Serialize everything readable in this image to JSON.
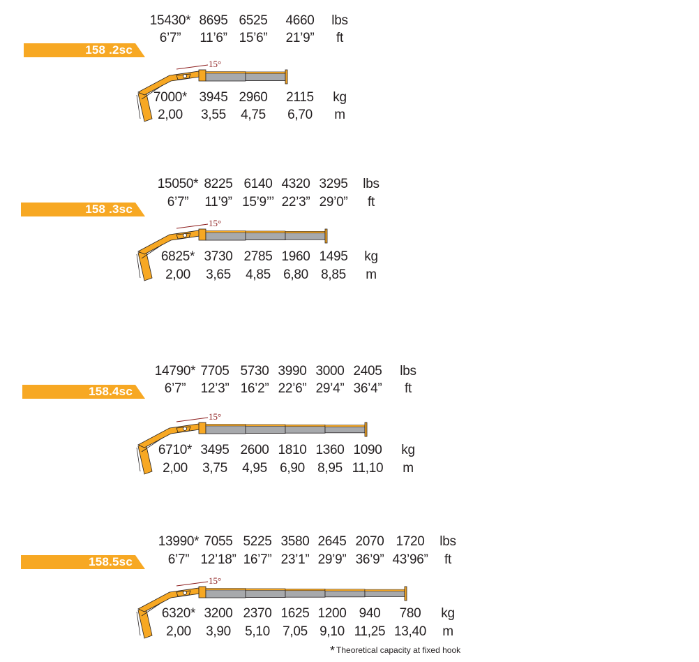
{
  "models": [
    {
      "label": "158 .2sc",
      "angle_label": "15°",
      "lbs": [
        "15430*",
        "8695",
        "6525",
        "4660"
      ],
      "ft": [
        "6’7”",
        "11’6”",
        "15’6”",
        "21’9”"
      ],
      "kg": [
        "7000*",
        "3945",
        "2960",
        "2115"
      ],
      "m": [
        "2,00",
        "3,55",
        "4,75",
        "6,70"
      ],
      "units": {
        "lbs": "lbs",
        "ft": "ft",
        "kg": "kg",
        "m": "m"
      },
      "boom_extensions": 2
    },
    {
      "label": "158 .3sc",
      "angle_label": "15°",
      "lbs": [
        "15050*",
        "8225",
        "6140",
        "4320",
        "3295"
      ],
      "ft": [
        "6’7”",
        "11’9”",
        "15’9’’’",
        "22’3”",
        "29’0”"
      ],
      "kg": [
        "6825*",
        "3730",
        "2785",
        "1960",
        "1495"
      ],
      "m": [
        "2,00",
        "3,65",
        "4,85",
        "6,80",
        "8,85"
      ],
      "units": {
        "lbs": "lbs",
        "ft": "ft",
        "kg": "kg",
        "m": "m"
      },
      "boom_extensions": 3
    },
    {
      "label": "158.4sc",
      "angle_label": "15°",
      "lbs": [
        "14790*",
        "7705",
        "5730",
        "3990",
        "3000",
        "2405"
      ],
      "ft": [
        "6’7”",
        "12’3”",
        "16’2”",
        "22’6”",
        "29’4”",
        "36’4”"
      ],
      "kg": [
        "6710*",
        "3495",
        "2600",
        "1810",
        "1360",
        "1090"
      ],
      "m": [
        "2,00",
        "3,75",
        "4,95",
        "6,90",
        "8,95",
        "11,10"
      ],
      "units": {
        "lbs": "lbs",
        "ft": "ft",
        "kg": "kg",
        "m": "m"
      },
      "boom_extensions": 4
    },
    {
      "label": "158.5sc",
      "angle_label": "15°",
      "lbs": [
        "13990*",
        "7055",
        "5225",
        "3580",
        "2645",
        "2070",
        "1720"
      ],
      "ft": [
        "6’7”",
        "12’18”",
        "16’7”",
        "23’1”",
        "29’9”",
        "36’9”",
        "43’96”"
      ],
      "kg": [
        "6320*",
        "3200",
        "2370",
        "1625",
        "1200",
        "940",
        "780"
      ],
      "m": [
        "2,00",
        "3,90",
        "5,10",
        "7,05",
        "9,10",
        "11,25",
        "13,40"
      ],
      "units": {
        "lbs": "lbs",
        "ft": "ft",
        "kg": "kg",
        "m": "m"
      },
      "boom_extensions": 5
    }
  ],
  "footnote": {
    "star": "*",
    "text": "Theoretical capacity at fixed hook"
  },
  "colors": {
    "accent": "#f7a823",
    "boom_grey": "#a7a9ac",
    "angle_red": "#8b1a1a"
  }
}
